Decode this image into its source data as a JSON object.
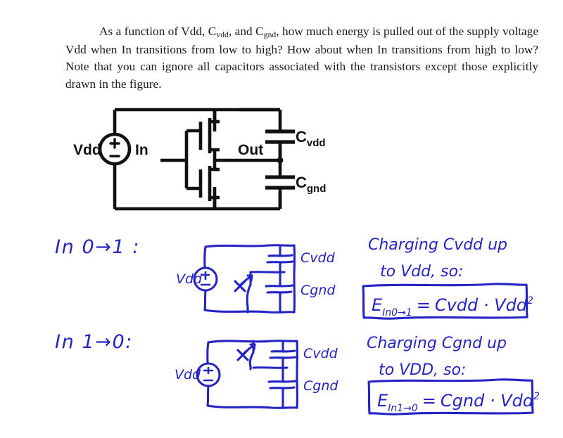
{
  "document": {
    "type": "homework-solution-scan",
    "ink_color": "#2424c6",
    "print_color": "#1a1a1a",
    "background": "#ffffff"
  },
  "problem": {
    "text_runs": [
      {
        "t": "As a function of Vdd, C"
      },
      {
        "t": "vdd",
        "sub": true
      },
      {
        "t": ", and C"
      },
      {
        "t": "gnd",
        "sub": true
      },
      {
        "t": ", how much energy is pulled out of the supply voltage Vdd when In transitions from low to high?  How about when In transitions from high to low?  Note that you can ignore all capacitors associated with the transistors except those explicitly drawn in the figure."
      }
    ],
    "plain": "As a function of Vdd, Cvdd, and Cgnd, how much energy is pulled out of the supply voltage Vdd when In transitions from low to high?  How about when In transitions from high to low?  Note that you can ignore all capacitors associated with the transistors except those explicitly drawn in the figure."
  },
  "figure": {
    "caption": "CMOS inverter with load capacitors",
    "labels": {
      "supply": "Vdd",
      "input": "In",
      "output": "Out",
      "cap_top_main": "C",
      "cap_top_sub": "vdd",
      "cap_bottom_main": "C",
      "cap_bottom_sub": "gnd"
    },
    "components": [
      {
        "name": "voltage-source",
        "label": "Vdd",
        "plus": "+",
        "minus": "-"
      },
      {
        "name": "pmos-transistor",
        "gate_bubble": true
      },
      {
        "name": "nmos-transistor",
        "gate_bubble": false
      },
      {
        "name": "capacitor-cvdd",
        "label": "Cvdd"
      },
      {
        "name": "capacitor-cgnd",
        "label": "Cgnd"
      }
    ]
  },
  "solution": {
    "rows": [
      {
        "case_label": "In 0→1 :",
        "circuit": {
          "source_label": "Vdd",
          "cap_top_label": "Cvdd",
          "cap_bottom_label": "Cgnd",
          "open_switch_position": "bottom",
          "source_polarity": "+ / -"
        },
        "reasoning_line1": "Charging Cvdd up",
        "reasoning_line2": "to Vdd, so:",
        "equation": "E_In 0→1  =  Cvdd · Vdd²",
        "equation_parts": {
          "e": "E",
          "e_sub": "In0→1",
          "eq": "=",
          "rhs": "Cvdd · Vdd",
          "exponent": "2"
        }
      },
      {
        "case_label": "In 1→0:",
        "circuit": {
          "source_label": "Vdd",
          "cap_top_label": "Cvdd",
          "cap_bottom_label": "Cgnd",
          "open_switch_position": "top",
          "source_polarity": "± "
        },
        "reasoning_line1": "Charging Cgnd up",
        "reasoning_line2": "to VDD, so:",
        "equation": "E_In 1→0  =  Cgnd · Vdd²",
        "equation_parts": {
          "e": "E",
          "e_sub": "In1→0",
          "eq": "=",
          "rhs": "Cgnd · Vdd",
          "exponent": "2"
        }
      }
    ]
  }
}
